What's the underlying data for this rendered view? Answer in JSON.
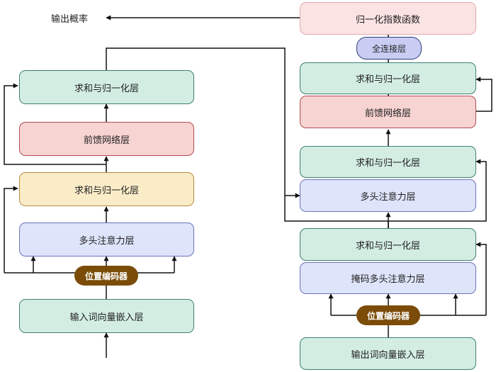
{
  "encoder": {
    "output_label": "输出概率",
    "add_norm_top": "求和与归一化层",
    "feed_forward": "前馈网络层",
    "add_norm_bottom": "求和与归一化层",
    "multi_head_attention": "多头注意力层",
    "positional_encoder": "位置编码器",
    "input_embedding": "输入词向量嵌入层"
  },
  "decoder": {
    "softmax": "归一化指数函数",
    "fully_connected": "全连接层",
    "add_norm_top": "求和与归一化层",
    "feed_forward": "前馈网络层",
    "add_norm_middle": "求和与归一化层",
    "multi_head_attention": "多头注意力层",
    "add_norm_bottom": "求和与归一化层",
    "masked_attention": "掩码多头注意力层",
    "positional_encoder": "位置编码器",
    "output_embedding": "输出词向量嵌入层"
  },
  "colors": {
    "add_norm": "#d3ede3",
    "feed_forward": "#f7d3d2",
    "add_norm_highlight": "#fbecc8",
    "attention": "#dee4fa",
    "positional_encoder": "#7a4c08",
    "fully_connected": "#c9cdf4",
    "softmax": "#fbe3e4",
    "line": "#111111"
  }
}
